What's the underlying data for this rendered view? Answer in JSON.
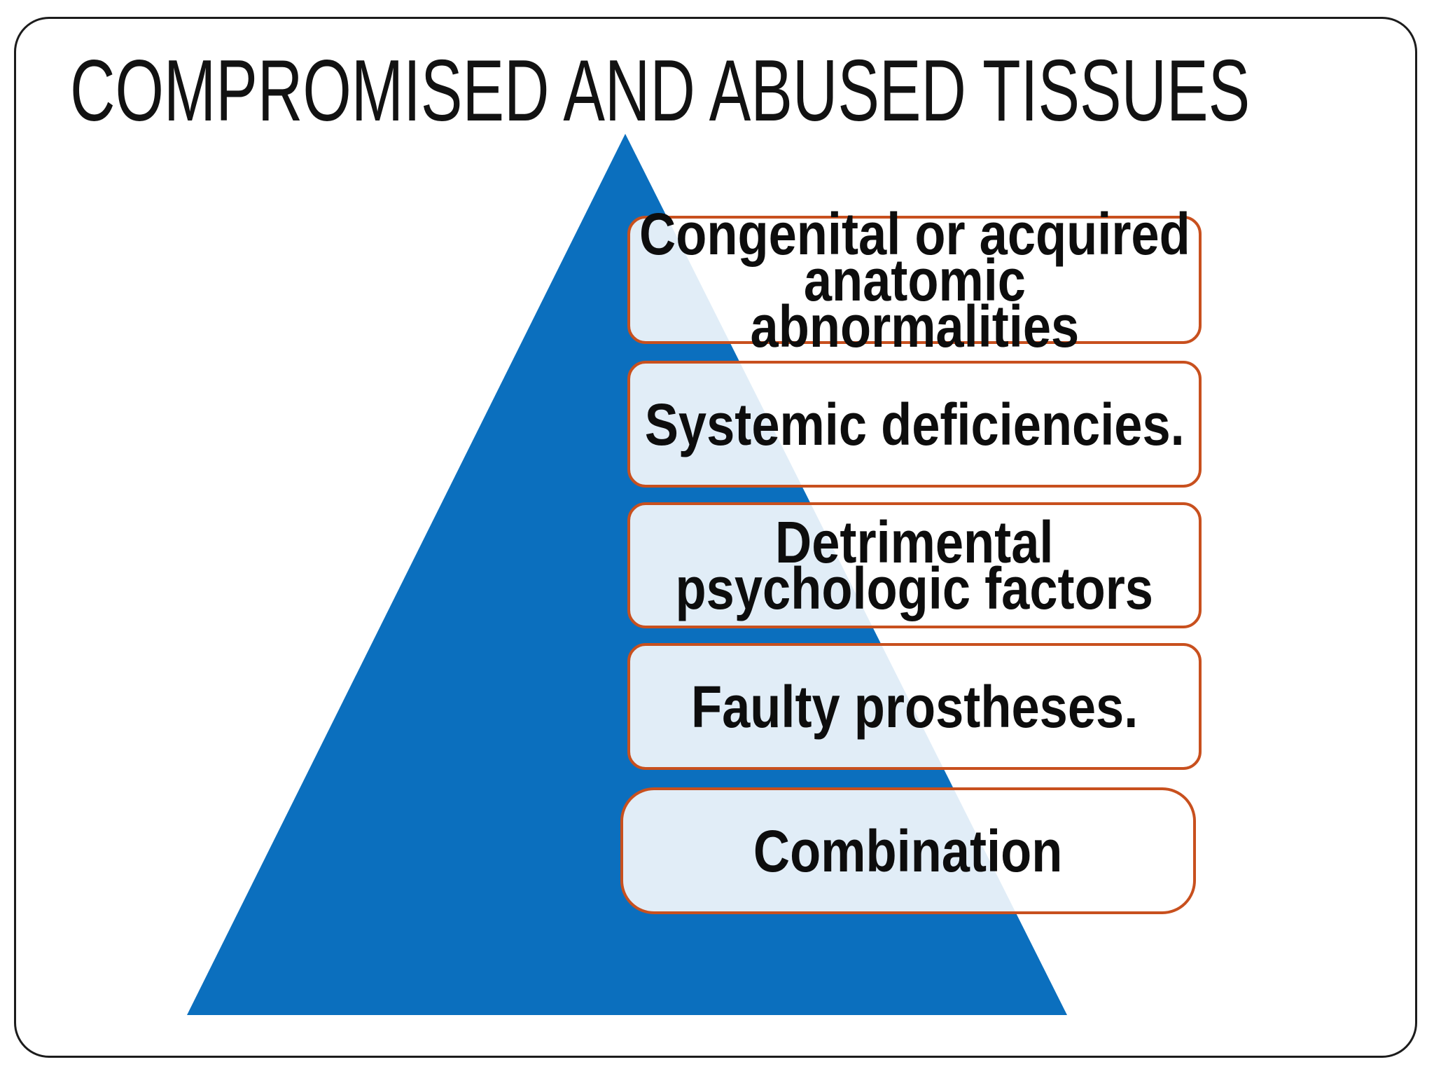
{
  "slide": {
    "title": "COMPROMISED AND ABUSED TISSUES",
    "diagram": {
      "type": "pyramid-with-overlapping-list",
      "colors": {
        "pyramid_fill": "#0B6FBE",
        "box_border": "#C8501E",
        "box_fill": "rgba(255,255,255,0.88)",
        "text": "#0D0D0D",
        "frame_border": "#1C1C1C"
      },
      "items": [
        {
          "text": "Congenital or acquired anatomic abnormalities",
          "lines": [
            "Congenital or acquired",
            "anatomic",
            "abnormalities"
          ]
        },
        {
          "text": "Systemic deficiencies.",
          "lines": [
            "Systemic deficiencies."
          ]
        },
        {
          "text": "Detrimental psychologic factors",
          "lines": [
            "Detrimental",
            "psychologic factors"
          ]
        },
        {
          "text": "Faulty prostheses.",
          "lines": [
            "Faulty prostheses."
          ]
        },
        {
          "text": "Combination",
          "lines": [
            "Combination"
          ]
        }
      ]
    }
  }
}
